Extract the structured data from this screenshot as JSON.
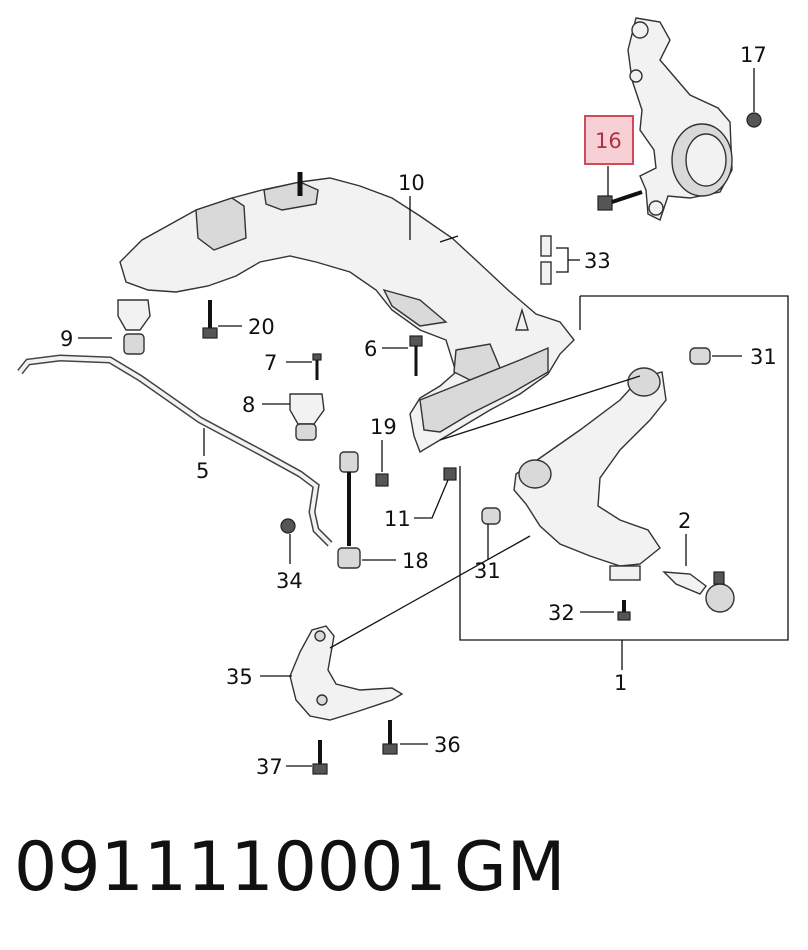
{
  "callouts": [
    {
      "id": "c17",
      "label": "17"
    },
    {
      "id": "c16",
      "label": "16"
    },
    {
      "id": "c10",
      "label": "10"
    },
    {
      "id": "c33",
      "label": "33"
    },
    {
      "id": "c9",
      "label": "9"
    },
    {
      "id": "c20",
      "label": "20"
    },
    {
      "id": "c6",
      "label": "6"
    },
    {
      "id": "c31a",
      "label": "31"
    },
    {
      "id": "c7",
      "label": "7"
    },
    {
      "id": "c8",
      "label": "8"
    },
    {
      "id": "c19",
      "label": "19"
    },
    {
      "id": "c5",
      "label": "5"
    },
    {
      "id": "c11",
      "label": "11"
    },
    {
      "id": "c2",
      "label": "2"
    },
    {
      "id": "c18",
      "label": "18"
    },
    {
      "id": "c31b",
      "label": "31"
    },
    {
      "id": "c34",
      "label": "34"
    },
    {
      "id": "c32",
      "label": "32"
    },
    {
      "id": "c1",
      "label": "1"
    },
    {
      "id": "c35",
      "label": "35"
    },
    {
      "id": "c36",
      "label": "36"
    },
    {
      "id": "c37",
      "label": "37"
    }
  ],
  "highlight_color": "#f7d0d6",
  "highlight_border": "#d04a5a",
  "footer": {
    "part_number": "0911110001",
    "brand": "GM"
  }
}
